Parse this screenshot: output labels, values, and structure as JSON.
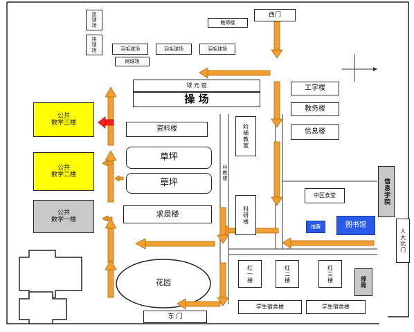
{
  "map": {
    "labels": {
      "top_small_1": "篮球场",
      "top_small_2": "排球场",
      "badminton_1": "羽毛球场",
      "badminton_2": "羽毛球场",
      "badminton_3": "羽毛球场",
      "tennis": "网球场",
      "office": "教师楼",
      "west_gate": "西门",
      "stadium_top": "球 元 馆",
      "playground": "操 场",
      "engineering": "工字楼",
      "education": "教务楼",
      "info_building": "信息楼",
      "archive": "资料楼",
      "lawn_1": "草坪",
      "lawn_2": "草坪",
      "qiushi": "求是楼",
      "lecture_hall": "阶梯教室",
      "road_label": "科教楼",
      "research": "科研楼",
      "canteen": "中区食堂",
      "library": "图书馆",
      "museum": "馆藏",
      "info_college": "信息学院",
      "renda_north_gate": "人大北门",
      "math3": "公共\n数学三楼",
      "math2": "公共\n数学二楼",
      "math1": "公共\n数学一楼",
      "garden": "花园",
      "east_gate": "东 门",
      "red1": "红一楼",
      "red2": "红二楼",
      "red3": "红三楼",
      "dept": "部局",
      "dorm_1": "学生宿舍楼",
      "dorm_2": "学生宿舍楼"
    },
    "colors": {
      "arrow": "#f0a030",
      "arrow_outline": "#b66a10",
      "highlight_arrow": "#ff2020",
      "public_math": "#ffff00",
      "library": "#2b5be6",
      "gray_building": "#c8c8c8",
      "road_line": "#333333"
    }
  }
}
